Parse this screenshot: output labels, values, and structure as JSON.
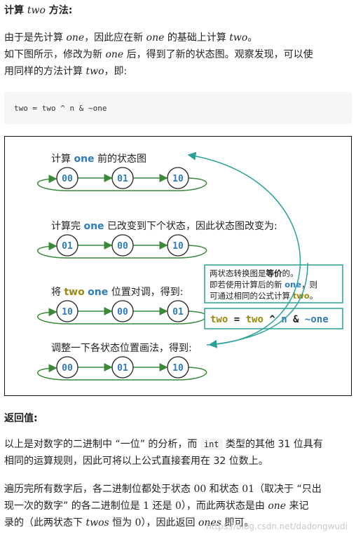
{
  "section1": {
    "title_pre": "计算 ",
    "title_var": "two",
    "title_post": " 方法:",
    "line1_a": "由于是先计算 ",
    "line1_var1": "one",
    "line1_b": "，因此应在新 ",
    "line1_var2": "one",
    "line1_c": " 的基础上计算 ",
    "line1_var3": "two",
    "line1_d": "。",
    "line2_a": "如下图所示，修改为新 ",
    "line2_var": "one",
    "line2_b": " 后，得到了新的状态图。观察发现，可以使",
    "line3_a": "用同样的方法计算 ",
    "line3_var": "two",
    "line3_b": "，即:"
  },
  "code": "two = two ^ n & ~one",
  "diagram": {
    "rows": [
      {
        "label_a": "计算 ",
        "label_kw": "one",
        "label_b": " 前的状态图",
        "states": [
          "00",
          "01",
          "10"
        ]
      },
      {
        "label_a": "计算完 ",
        "label_kw": "one",
        "label_b": " 已改变到下个状态，因此状态图改变为:",
        "states": [
          "01",
          "00",
          "10"
        ]
      },
      {
        "label_a": "将 ",
        "label_kw": "two",
        "label_kw2": "one",
        "label_b": " 位置对调，得到:",
        "states": [
          "10",
          "00",
          "01"
        ]
      },
      {
        "label_a": "调整一下各状态位置画法，得到:",
        "label_kw": "",
        "label_b": "",
        "states": [
          "00",
          "01",
          "10"
        ]
      }
    ],
    "note": {
      "line1_a": "两状态转换图是",
      "line1_bold": "等价",
      "line1_b": "的。",
      "line2_a": "即若使用计算后的新 ",
      "line2_kw": "one",
      "line2_b": "，则",
      "line3_a": "可通过相同的公式计算 ",
      "line3_kw": "two",
      "line3_b": "。"
    },
    "formula": {
      "a": "two",
      "eq": " = ",
      "b": "two",
      "op1": " ^ ",
      "n": "n",
      "op2": " & ",
      "c": "~one"
    },
    "colors": {
      "blue": "#2e7bbf",
      "olive": "#9a8a0a",
      "green": "#5a9e3a",
      "teal": "#2aa198"
    }
  },
  "section2": {
    "title": "返回值:",
    "p1_a": "以上是对数字的二进制中 “一位” 的分析，而 ",
    "p1_code": "int",
    "p1_b": " 类型的其他 31 位具有",
    "p1_c": "相同的运算规则，因此可将以上公式直接套用在 32 位数上。",
    "p2_a": "遍历完所有数字后，各二进制位都处于状态 ",
    "p2_m1": "00",
    "p2_b": " 和状态 ",
    "p2_m2": "01",
    "p2_c": "（取决于 “只出",
    "p2_d": "现一次的数字” 的各二进制位是 ",
    "p2_m3": "1",
    "p2_e": " 还是 ",
    "p2_m4": "0",
    "p2_f": "），而此两状态是由 ",
    "p2_v1": "one",
    "p2_g": " 来记",
    "p2_h": "录的（此两状态下 ",
    "p2_v2": "twos",
    "p2_i": " 恒为 ",
    "p2_m5": "0",
    "p2_j": "），因此返回 ",
    "p2_v3": "ones",
    "p2_k": " 即可。"
  },
  "watermark": "https://blog.csdn.net/dadongwudi"
}
